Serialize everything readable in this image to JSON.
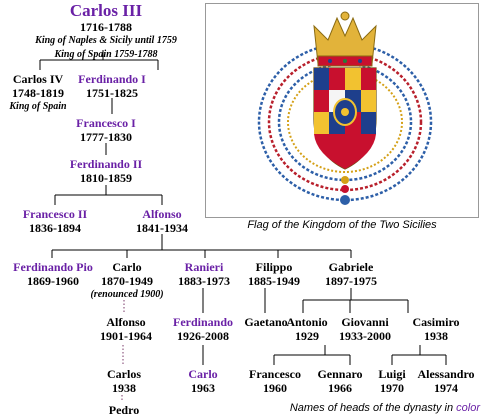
{
  "flag": {
    "caption": "Flag of the Kingdom of the Two Sicilies",
    "colors": {
      "crown": "#e2b33a",
      "crown_band": "#c8102e",
      "shield_gold": "#f2c230",
      "shield_red": "#c8102e",
      "shield_blue": "#1e3f8c",
      "collar": "#2d5fa8"
    }
  },
  "footnote": {
    "text": "Names of heads of the dynasty in",
    "accent": "color"
  },
  "colors": {
    "head": "#6a21a6",
    "text": "#000000",
    "dotted_line": "#7a3a6a"
  },
  "people": {
    "carlos_iii": {
      "name": "Carlos III",
      "dates": "1716-1788",
      "note1": "King of Naples & Sicily until 1759",
      "note2": "King of Spain 1759-1788"
    },
    "carlos_iv": {
      "name": "Carlos IV",
      "dates": "1748-1819",
      "note": "King of Spain"
    },
    "ferdinando_i": {
      "name": "Ferdinando I",
      "dates": "1751-1825"
    },
    "francesco_i": {
      "name": "Francesco I",
      "dates": "1777-1830"
    },
    "ferdinando_ii": {
      "name": "Ferdinando II",
      "dates": "1810-1859"
    },
    "francesco_ii": {
      "name": "Francesco II",
      "dates": "1836-1894"
    },
    "alfonso": {
      "name": "Alfonso",
      "dates": "1841-1934"
    },
    "ferdinando_pio": {
      "name": "Ferdinando Pio",
      "dates": "1869-1960"
    },
    "carlo_1870": {
      "name": "Carlo",
      "dates": "1870-1949",
      "note": "(renounced 1900)"
    },
    "ranieri": {
      "name": "Ranieri",
      "dates": "1883-1973"
    },
    "filippo": {
      "name": "Filippo",
      "dates": "1885-1949"
    },
    "gabriele": {
      "name": "Gabriele",
      "dates": "1897-1975"
    },
    "alfonso_1901": {
      "name": "Alfonso",
      "dates": "1901-1964"
    },
    "ferdinando_1926": {
      "name": "Ferdinando",
      "dates": "1926-2008"
    },
    "gaetano": {
      "name": "Gaetano"
    },
    "antonio": {
      "name": "Antonio",
      "dates": "1929"
    },
    "giovanni": {
      "name": "Giovanni",
      "dates": "1933-2000"
    },
    "casimiro": {
      "name": "Casimiro",
      "dates": "1938"
    },
    "carlos_1938": {
      "name": "Carlos",
      "dates": "1938"
    },
    "carlo_1963": {
      "name": "Carlo",
      "dates": "1963"
    },
    "pedro": {
      "name": "Pedro"
    },
    "francesco_1960": {
      "name": "Francesco",
      "dates": "1960"
    },
    "gennaro": {
      "name": "Gennaro",
      "dates": "1966"
    },
    "luigi": {
      "name": "Luigi",
      "dates": "1970"
    },
    "alessandro": {
      "name": "Alessandro",
      "dates": "1974"
    }
  }
}
